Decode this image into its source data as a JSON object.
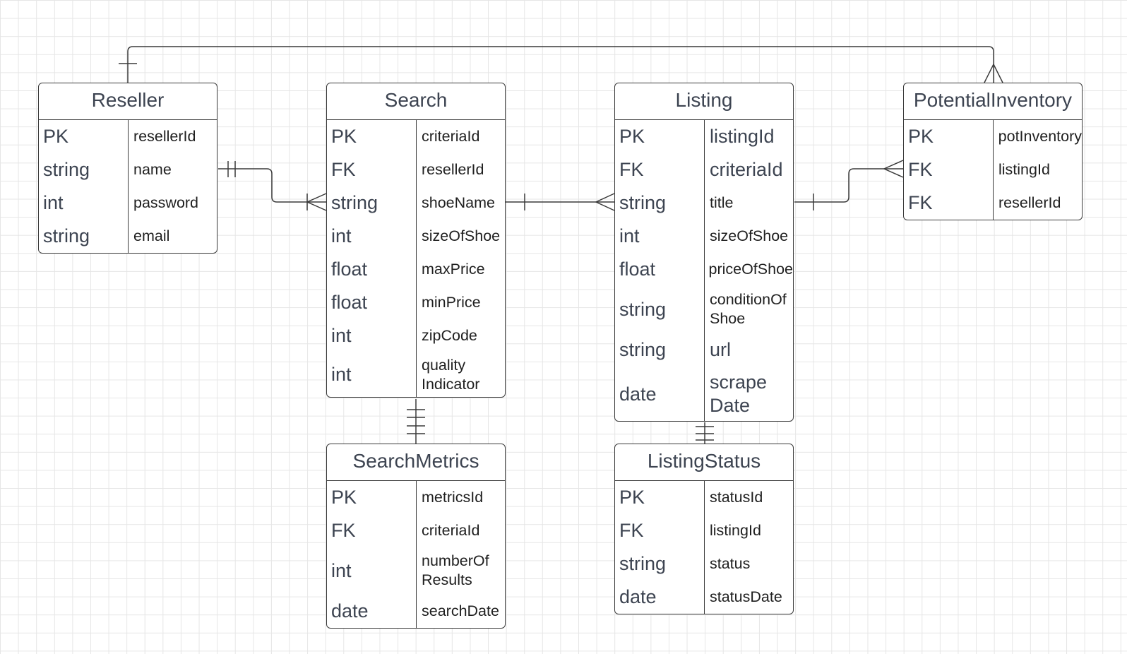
{
  "diagram": {
    "grid_color": "#e6e6e6",
    "line_color": "#3a3a3a",
    "entities": [
      {
        "id": "reseller",
        "title": "Reseller",
        "rows": [
          {
            "key": "PK",
            "name": "resellerId"
          },
          {
            "key": "string",
            "name": "name"
          },
          {
            "key": "int",
            "name": "password"
          },
          {
            "key": "string",
            "name": "email"
          }
        ]
      },
      {
        "id": "search",
        "title": "Search",
        "rows": [
          {
            "key": "PK",
            "name": "criteriaId"
          },
          {
            "key": "FK",
            "name": "resellerId"
          },
          {
            "key": "string",
            "name": "shoeName"
          },
          {
            "key": "int",
            "name": "sizeOfShoe"
          },
          {
            "key": "float",
            "name": "maxPrice"
          },
          {
            "key": "float",
            "name": "minPrice"
          },
          {
            "key": "int",
            "name": "zipCode"
          },
          {
            "key": "int",
            "name": "quality\nIndicator"
          }
        ]
      },
      {
        "id": "listing",
        "title": "Listing",
        "rows": [
          {
            "key": "PK",
            "name": "listingId"
          },
          {
            "key": "FK",
            "name": "criteriaId"
          },
          {
            "key": "string",
            "name": "title"
          },
          {
            "key": "int",
            "name": "sizeOfShoe"
          },
          {
            "key": "float",
            "name": "priceOfShoe"
          },
          {
            "key": "string",
            "name": "conditionOf\nShoe"
          },
          {
            "key": "string",
            "name": "url"
          },
          {
            "key": "date",
            "name": "scrape\nDate"
          }
        ]
      },
      {
        "id": "potential-inventory",
        "title": "PotentialInventory",
        "rows": [
          {
            "key": "PK",
            "name": "potInventory"
          },
          {
            "key": "FK",
            "name": "listingId"
          },
          {
            "key": "FK",
            "name": "resellerId"
          }
        ]
      },
      {
        "id": "search-metrics",
        "title": "SearchMetrics",
        "rows": [
          {
            "key": "PK",
            "name": "metricsId"
          },
          {
            "key": "FK",
            "name": "criteriaId"
          },
          {
            "key": "int",
            "name": "numberOf\nResults"
          },
          {
            "key": "date",
            "name": "searchDate"
          }
        ]
      },
      {
        "id": "listing-status",
        "title": "ListingStatus",
        "rows": [
          {
            "key": "PK",
            "name": "statusId"
          },
          {
            "key": "FK",
            "name": "listingId"
          },
          {
            "key": "string",
            "name": "status"
          },
          {
            "key": "date",
            "name": "statusDate"
          }
        ]
      }
    ],
    "relationships": [
      {
        "from": "reseller",
        "from_end": "exactly-one",
        "to": "search",
        "to_end": "one-or-many"
      },
      {
        "from": "search",
        "from_end": "one",
        "to": "listing",
        "to_end": "many"
      },
      {
        "from": "listing",
        "from_end": "one",
        "to": "potential-inventory",
        "to_end": "many"
      },
      {
        "from": "reseller",
        "from_end": "one",
        "to": "potential-inventory",
        "to_end": "many"
      },
      {
        "from": "search",
        "from_end": "exactly-one",
        "to": "search-metrics",
        "to_end": "exactly-one"
      },
      {
        "from": "listing",
        "from_end": "exactly-one",
        "to": "listing-status",
        "to_end": "exactly-one"
      }
    ]
  }
}
